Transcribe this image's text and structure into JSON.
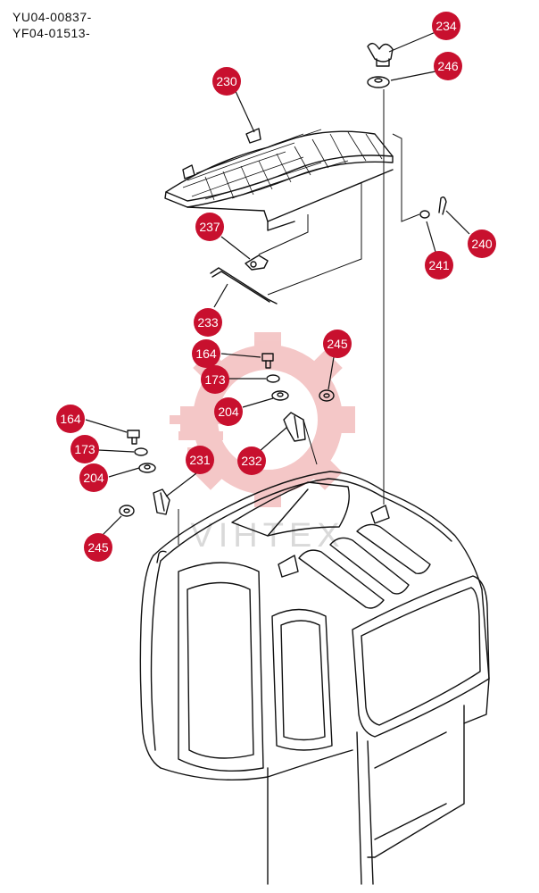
{
  "header": {
    "code_1": "YU04-00837-",
    "code_2": "YF04-01513-"
  },
  "watermark": {
    "text": "VIHTEX",
    "color": "#e8b0b0"
  },
  "callout_color": "#c8102e",
  "callouts": [
    {
      "id": "c234",
      "label": "234"
    },
    {
      "id": "c246",
      "label": "246"
    },
    {
      "id": "c230",
      "label": "230"
    },
    {
      "id": "c237",
      "label": "237"
    },
    {
      "id": "c240",
      "label": "240"
    },
    {
      "id": "c241",
      "label": "241"
    },
    {
      "id": "c233",
      "label": "233"
    },
    {
      "id": "c164a",
      "label": "164"
    },
    {
      "id": "c245a",
      "label": "245"
    },
    {
      "id": "c173a",
      "label": "173"
    },
    {
      "id": "c204a",
      "label": "204"
    },
    {
      "id": "c164b",
      "label": "164"
    },
    {
      "id": "c232",
      "label": "232"
    },
    {
      "id": "c173b",
      "label": "173"
    },
    {
      "id": "c231",
      "label": "231"
    },
    {
      "id": "c204b",
      "label": "204"
    },
    {
      "id": "c245b",
      "label": "245"
    }
  ]
}
